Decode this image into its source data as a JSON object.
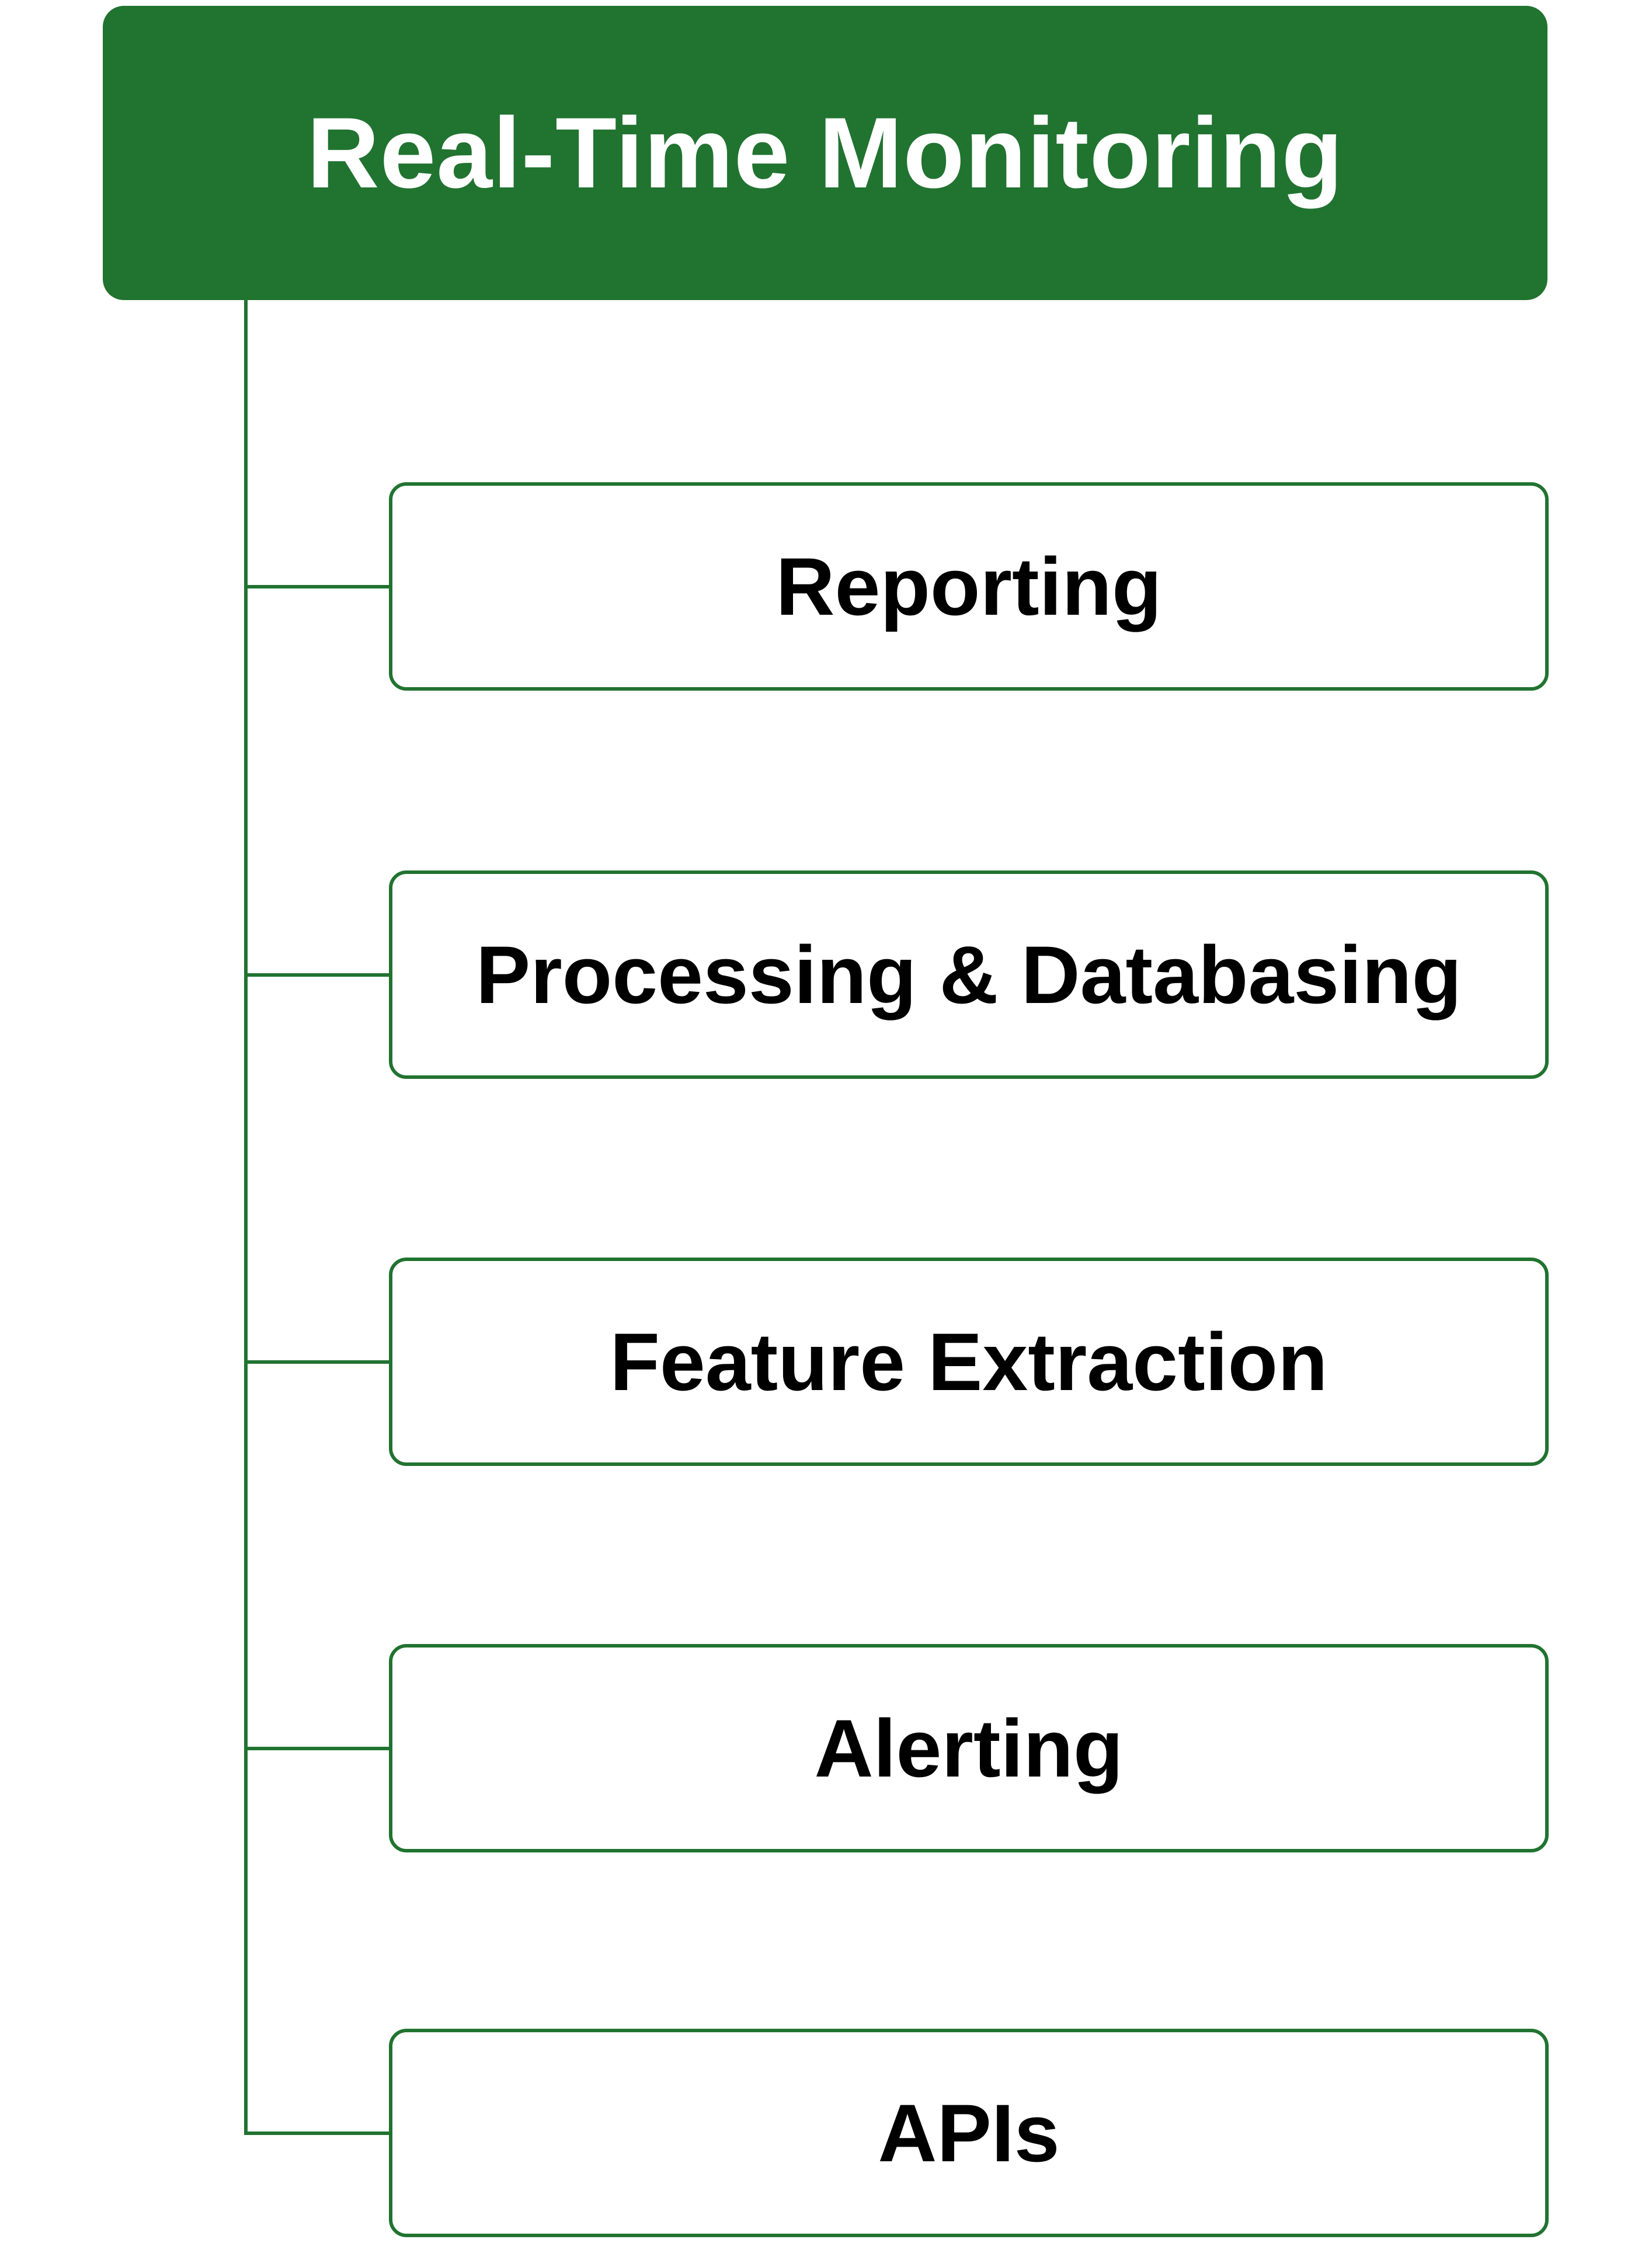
{
  "diagram": {
    "root": {
      "title": "Real-Time Monitoring"
    },
    "children": [
      {
        "label": "Reporting"
      },
      {
        "label": "Processing & Databasing"
      },
      {
        "label": "Feature Extraction"
      },
      {
        "label": "Alerting"
      },
      {
        "label": "APIs"
      }
    ]
  },
  "colors": {
    "primary_green": "#217330",
    "child_text": "#000000",
    "root_text": "#ffffff",
    "background": "#ffffff"
  }
}
